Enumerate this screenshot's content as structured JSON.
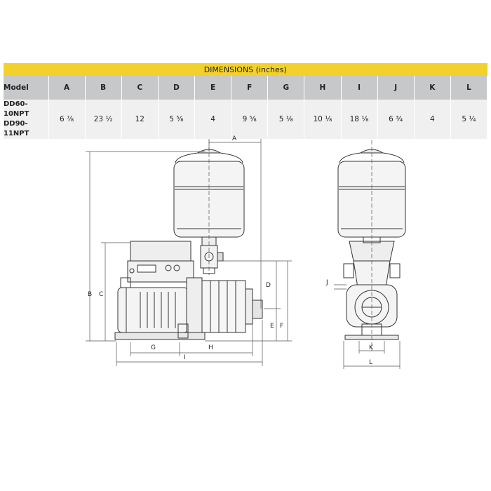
{
  "table": {
    "title": "DIMENSIONS (inches)",
    "headers": [
      "Model",
      "A",
      "B",
      "C",
      "D",
      "E",
      "F",
      "G",
      "H",
      "I",
      "J",
      "K",
      "L"
    ],
    "models": [
      "DD60-10NPT",
      "DD90-11NPT"
    ],
    "values": [
      "6 ⁷⁄₈",
      "23 ¹⁄₂",
      "12",
      "5 ⁵⁄₈",
      "4",
      "9 ⁵⁄₈",
      "5 ¹⁄₈",
      "10 ¹⁄₈",
      "18 ¹⁄₈",
      "6 ³⁄₄",
      "4",
      "5 ¹⁄₄"
    ]
  },
  "drawing": {
    "labels": {
      "A": "A",
      "B": "B",
      "C": "C",
      "D": "D",
      "E": "E",
      "F": "F",
      "G": "G",
      "H": "H",
      "I": "I",
      "J": "J",
      "K": "K",
      "L": "L"
    }
  },
  "colors": {
    "title_bar": "#f3d12c",
    "header_bg": "#c7c8ca",
    "row_bg": "#f0f0f0"
  }
}
